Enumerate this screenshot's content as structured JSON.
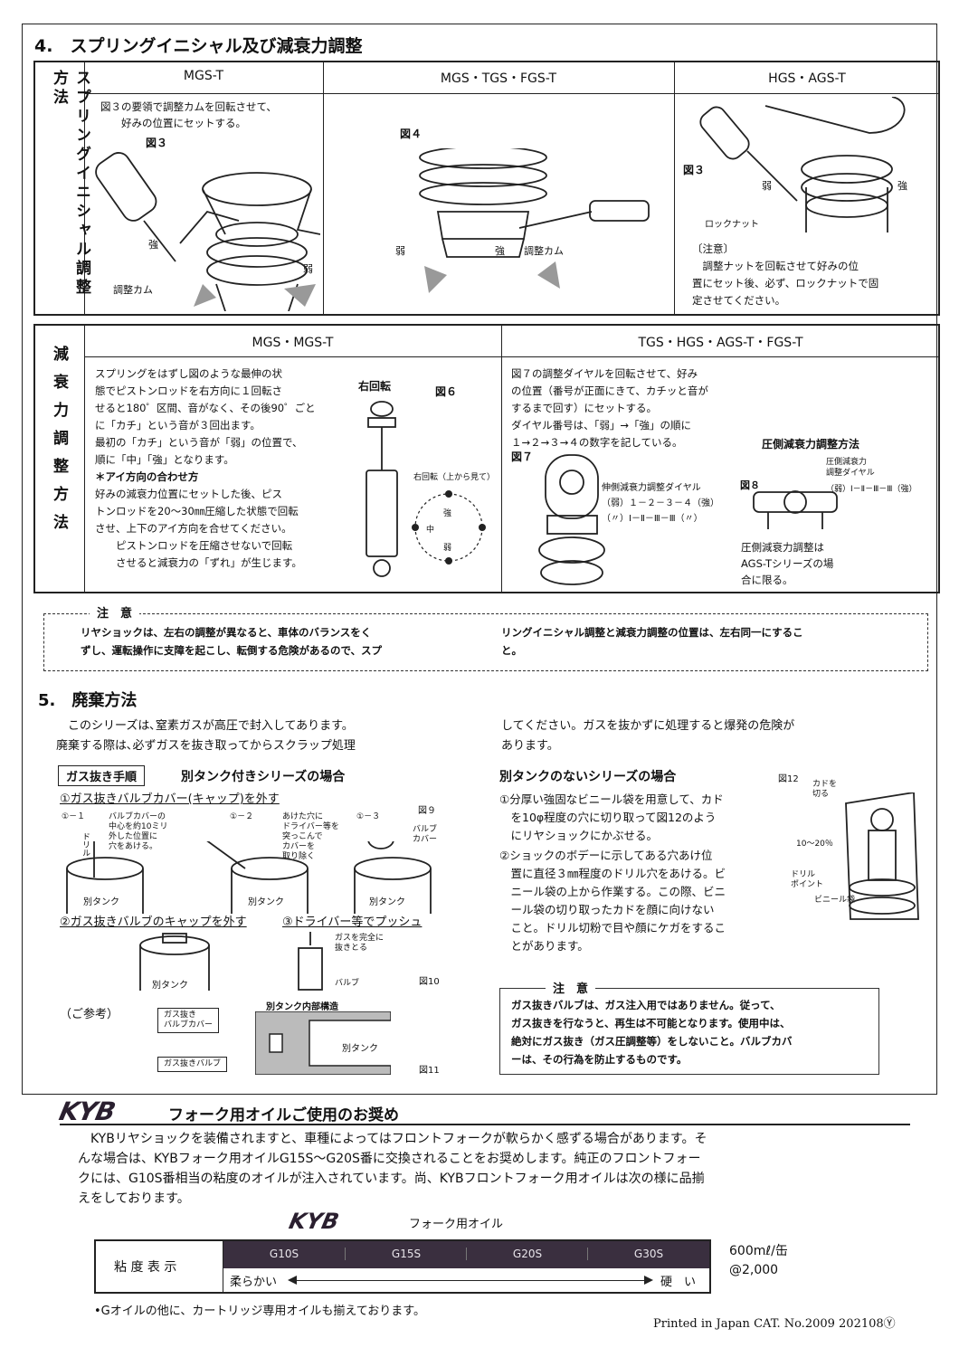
{
  "sec4": {
    "title": "4.　スプリングイニシャル及び減衰力調整",
    "side_label": "スプリングイニシャル調整方法",
    "col1": {
      "header": "MGS-T",
      "text": "図３の要領で調整カムを回転させて、\n　　好みの位置にセットする。",
      "fig": "図３",
      "label_strong": "強",
      "label_weak": "弱",
      "label_cam": "調整カム"
    },
    "col2": {
      "header": "MGS・TGS・FGS-T",
      "fig": "図４",
      "label_strong": "強",
      "label_weak": "弱",
      "label_cam": "調整カム"
    },
    "col3": {
      "header": "HGS・AGS-T",
      "fig": "図３",
      "label_weak": "弱",
      "label_strong": "強",
      "label_nut": "ロックナット",
      "note_title": "〔注意〕",
      "note_text": "　調整ナットを回転させて好みの位\n置にセット後、必ず、ロックナットで固\n定させてください。"
    }
  },
  "damp": {
    "side_label": "減衰力調整方法",
    "left_header": "MGS・MGS-T",
    "left_text": "スプリングをはずし図のような最伸の状\n態でピストンロッドを右方向に１回転さ\nせると180゜区間、音がなく、その後90゜ごと\nに「カチ」という音が３回出ます。\n最初の「カチ」という音が「弱」の位置で、\n順に「中」「強」となります。",
    "left_sub": "＊アイ方向の合わせ方",
    "left_text2": "好みの減衰力位置にセットした後、ピス\nトンロッドを20～30㎜圧縮した状態で回転\nさせ、上下のアイ方向を合せてください。\n　　ピストンロッドを圧縮させないで回転\n　　させると減衰力の「ずれ」が生じます。",
    "fig6_rot": "右回転",
    "fig6": "図６",
    "fig6_caption": "右回転（上から見て）",
    "fig6_strong": "強",
    "fig6_mid": "中",
    "fig6_weak": "弱",
    "right_header": "TGS・HGS・AGS-T・FGS-T",
    "right_text": "図７の調整ダイヤルを回転させて、好み\nの位置（番号が正面にきて、カチッと音が\nするまで回す）にセットする。\nダイヤル番号は、「弱」→「強」の順に\n１→２→３→４の数字を記している。",
    "fig7": "図７",
    "fig7_label1": "伸側減衰力調整ダイヤル",
    "fig7_label2": "（弱）１－２－３－４（強）",
    "fig7_label3": "（〃）Ⅰ－Ⅱ－Ⅲ－Ⅲ（〃）",
    "comp_title": "圧側減衰力調整方法",
    "fig8": "図８",
    "fig8_label1": "圧側減衰力",
    "fig8_label2": "調整ダイヤル",
    "fig8_label3": "（弱）Ⅰ－Ⅱ－Ⅲ－Ⅲ（強）",
    "comp_note": "圧側減衰力調整は\nAGS-Tシリーズの場\n合に限る。"
  },
  "caution1": {
    "title": "注　意",
    "left": "リヤショックは、左右の調整が異なると、車体のバランスをく\nずし、運転操作に支障を起こし、転倒する危険があるので、スプ",
    "right": "リングイニシャル調整と減衰力調整の位置は、左右同一にするこ\nと。"
  },
  "sec5": {
    "title": "5.　廃棄方法",
    "intro_left": "　このシリーズは､窒素ガスが高圧で封入してあります。\n廃棄する際は､必ずガスを抜き取ってからスクラップ処理",
    "intro_right": "してください。ガスを抜かずに処理すると爆発の危険が\nあります。",
    "gas_box": "ガス抜き手順",
    "tank_title": "別タンク付きシリーズの場合",
    "step1": "①ガス抜きバルブカバー(キャップ)を外す",
    "fig9": "図９",
    "s11": "①－１",
    "s11_text": "バルブカバーの\n中心を約10ミリ\n外した位置に\n穴をあける。",
    "drill": "ドリル",
    "s12": "①－２",
    "s12_text": "あけた穴に\nドライバー等を\n突っこんで\nカバーを\n取り除く",
    "s13": "①－３",
    "valve_cover": "バルブ\nカバー",
    "tank": "別タンク",
    "step2": "②ガス抜きバルブのキャップを外す",
    "step3": "③ドライバー等でプッシュ",
    "s3_text": "ガスを完全に\n抜きとる",
    "valve": "バルブ",
    "fig10": "図10",
    "ref": "（ご参考）",
    "ref_struct": "別タンク内部構造",
    "ref_cover": "ガス抜き\nバルブカバー",
    "ref_valve": "ガス抜きバルブ",
    "ref_tank": "別タンク",
    "fig11": "図11",
    "notank_title": "別タンクのないシリーズの場合",
    "fig12": "図12",
    "notank_1": "①分厚い強固なビニール袋を用意して、カド\n　を10φ程度の穴に切り取って図12のよう\n　にリヤショックにかぶせる。",
    "notank_2": "②ショックのボデーに示してある穴あけ位\n　置に直径３㎜程度のドリル穴をあける。ビ\n　ニール袋の上から作業する。この際、ビニ\n　ール袋の切り取ったカドを顔に向けない\n　こと。ドリル切粉で目や顔にケガをするこ\n　とがあります。",
    "f12_corner": "カドを\n切る",
    "f12_dim": "10～20％",
    "f12_drill": "ドリル\nポイント",
    "f12_bag": "ビニール袋",
    "caution2_title": "注　意",
    "caution2_text": "ガス抜きバルブは、ガス注入用ではありません。従って、\nガス抜きを行なうと、再生は不可能となります。使用中は、\n絶対にガス抜き（ガス圧調整等）をしないこと。バルブカバ\nーは、その行為を防止するものです。"
  },
  "kyb": {
    "logo": "KYB",
    "heading": "フォーク用オイルご使用のお奨め",
    "body": "　KYBリヤショックを装備されますと、車種によってはフロントフォークが軟らかく感ずる場合があります。そ\nんな場合は、KYBフォーク用オイルG15S～G20S番に交換されることをお奨めします。純正のフロントフォー\nクには、G10S番相当の粘度のオイルが注入されています。尚、KYBフロントフォーク用オイルは次の様に品揃\nえをしております。",
    "logo2": "KYB",
    "oil_title": "フォーク用オイル",
    "viscosity": "粘 度 表 示",
    "grades": [
      "G10S",
      "G15S",
      "G20S",
      "G30S"
    ],
    "soft": "柔らかい",
    "hard": "硬　い",
    "volume": "600mℓ/缶",
    "price": "@2,000",
    "footnote": "•Gオイルの他に、カートリッジ専用オイルも揃えております。",
    "printed": "Printed in Japan CAT. No.2009 202108Ⓨ"
  },
  "colors": {
    "ink": "#111111",
    "band": "#3a2f3f",
    "band_text": "#e8e4ea"
  }
}
